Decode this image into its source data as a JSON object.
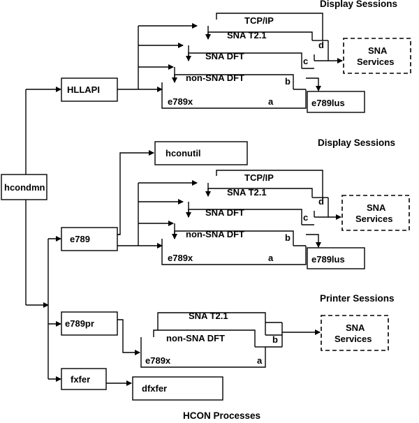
{
  "headings": {
    "display1": "Display Sessions",
    "display2": "Display Sessions",
    "printer": "Printer Sessions",
    "caption": "HCON Processes"
  },
  "processes": {
    "hcondmn": "hcondmn",
    "hllapi": "HLLAPI",
    "e789": "e789",
    "e789pr": "e789pr",
    "fxfer": "fxfer",
    "hconutil": "hconutil",
    "dfxfer": "dfxfer",
    "e789lus": "e789lus"
  },
  "stack": {
    "tcpip": "TCP/IP",
    "sna_t21": "SNA T2.1",
    "sna_dft": "SNA DFT",
    "non_sna_dft": "non-SNA DFT",
    "e789x": "e789x",
    "a": "a",
    "b": "b",
    "c": "c",
    "d": "d"
  },
  "sna_services": {
    "line1": "SNA",
    "line2": "Services"
  }
}
